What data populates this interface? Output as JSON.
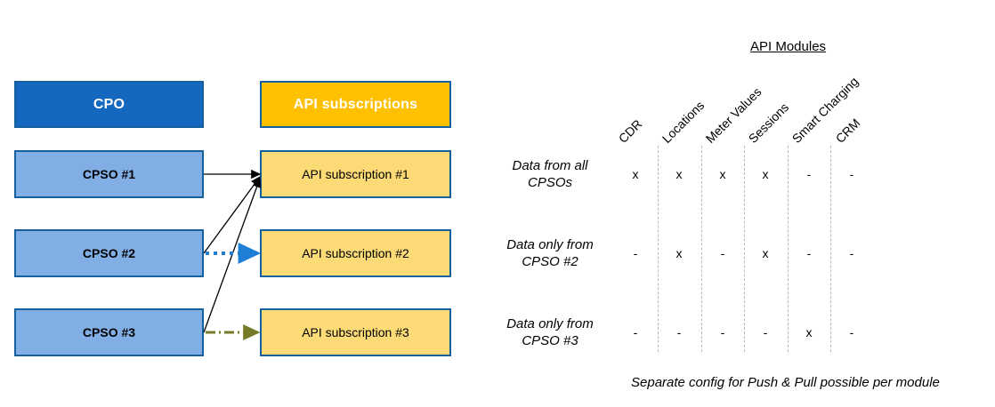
{
  "diagram": {
    "left_column": {
      "header": {
        "label": "CPO"
      },
      "items": [
        {
          "label": "CPSO #1"
        },
        {
          "label": "CPSO #2"
        },
        {
          "label": "CPSO #3"
        }
      ]
    },
    "middle_column": {
      "header": {
        "label": "API subscriptions"
      },
      "items": [
        {
          "label": "API subscription #1"
        },
        {
          "label": "API subscription #2"
        },
        {
          "label": "API subscription #3"
        }
      ]
    },
    "connectors": [
      {
        "from": "CPSO #1",
        "to": "API subscription #1",
        "style": "solid",
        "color": "#000000"
      },
      {
        "from": "CPSO #2",
        "to": "API subscription #1",
        "style": "solid",
        "color": "#000000"
      },
      {
        "from": "CPSO #3",
        "to": "API subscription #1",
        "style": "solid",
        "color": "#000000"
      },
      {
        "from": "CPSO #2",
        "to": "API subscription #2",
        "style": "dotted",
        "color": "#1F7FD4"
      },
      {
        "from": "CPSO #3",
        "to": "API subscription #3",
        "style": "dash-dot",
        "color": "#767B27"
      }
    ],
    "colors": {
      "cpo_header_fill": "#1568C0",
      "api_header_fill": "#FFC000",
      "cpso_fill": "#80AEE5",
      "subscription_fill": "#FCDB76",
      "box_border": "#15609E",
      "dotted_arrow": "#1F7FD4",
      "dashdot_arrow": "#767B27",
      "separator": "#b9b9b9"
    }
  },
  "table": {
    "title": "API Modules",
    "columns": [
      "CDR",
      "Locations",
      "Meter Values",
      "Sessions",
      "Smart Charging",
      "CRM"
    ],
    "rows": [
      {
        "label_line1": "Data from all",
        "label_line2": "CPSOs",
        "values": [
          "x",
          "x",
          "x",
          "x",
          "-",
          "-"
        ]
      },
      {
        "label_line1": "Data only from",
        "label_line2": "CPSO #2",
        "values": [
          "-",
          "x",
          "-",
          "x",
          "-",
          "-"
        ]
      },
      {
        "label_line1": "Data only from",
        "label_line2": "CPSO #3",
        "values": [
          "-",
          "-",
          "-",
          "-",
          "x",
          "-"
        ]
      }
    ],
    "footnote": "Separate config for Push & Pull possible per module"
  }
}
